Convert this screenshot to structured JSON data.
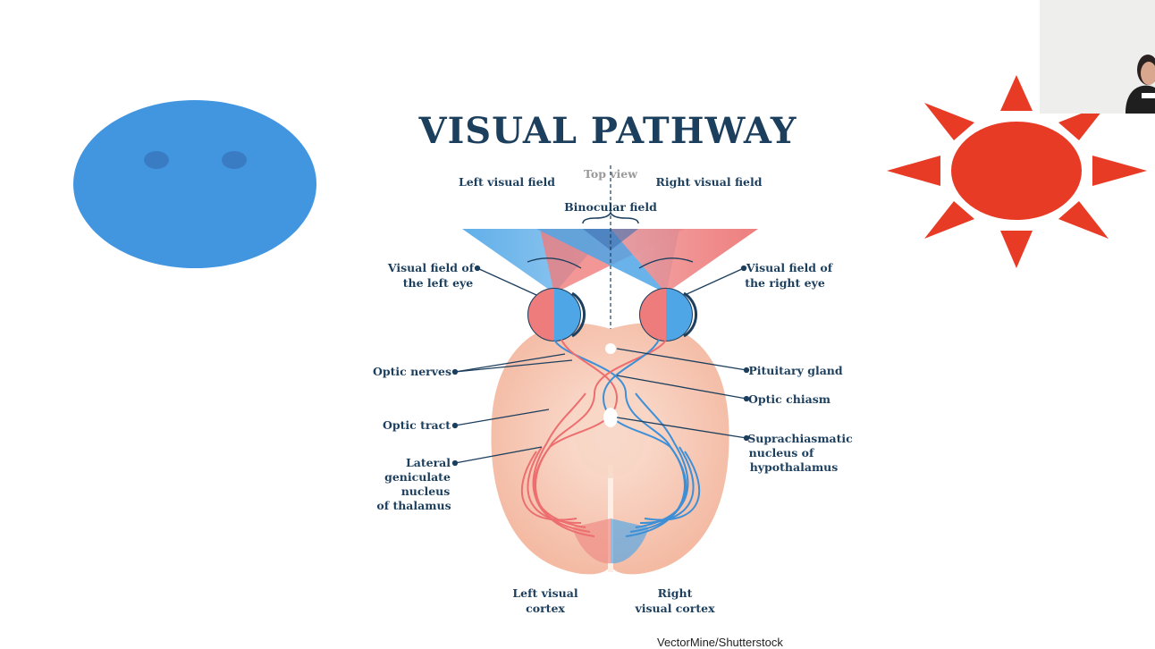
{
  "slide": {
    "title": "VISUAL PATHWAY",
    "top_view": "Top view",
    "left_visual_field": "Left visual field",
    "right_visual_field": "Right visual field",
    "binocular_field": "Binocular field",
    "vf_left_eye": [
      "Visual field of",
      "the left eye"
    ],
    "vf_right_eye": [
      "Visual field of",
      "the right eye"
    ],
    "optic_nerves": "Optic nerves",
    "optic_tract": "Optic tract",
    "lgn": [
      "Lateral",
      "geniculate",
      "nucleus",
      "of thalamus"
    ],
    "pituitary": "Pituitary gland",
    "chiasm": "Optic chiasm",
    "scn": [
      "Suprachiasmatic",
      "nucleus of",
      "hypothalamus"
    ],
    "left_cortex": [
      "Left visual",
      "cortex"
    ],
    "right_cortex": [
      "Right",
      "visual cortex"
    ],
    "credit": "VectorMine/Shutterstock"
  },
  "colors": {
    "title": "#1d3f5e",
    "blue_face": "#4296e0",
    "sun": "#e83b26",
    "field_blue": "#4fa6e6",
    "field_red": "#ef7c7c",
    "brain": "#f6c8b4"
  },
  "icons": [
    "face-icon",
    "sun-icon",
    "webcam-presenter"
  ]
}
